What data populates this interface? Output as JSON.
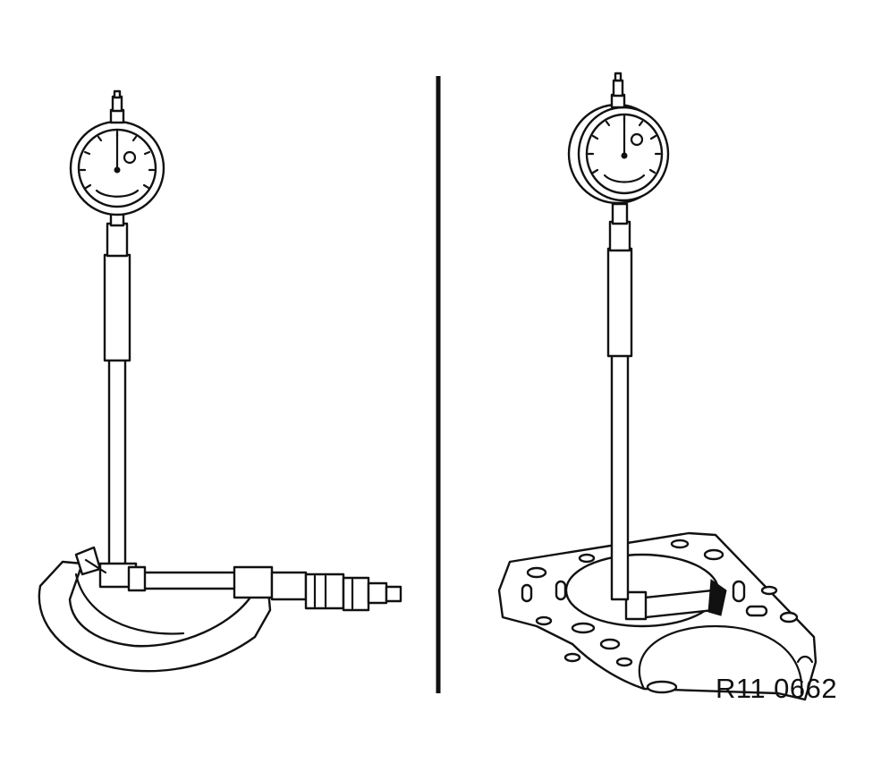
{
  "figure": {
    "reference_code": "R11 0662",
    "left_panel": "dial-bore-gauge-set-on-micrometer",
    "right_panel": "dial-bore-gauge-measuring-cylinder-bore"
  }
}
